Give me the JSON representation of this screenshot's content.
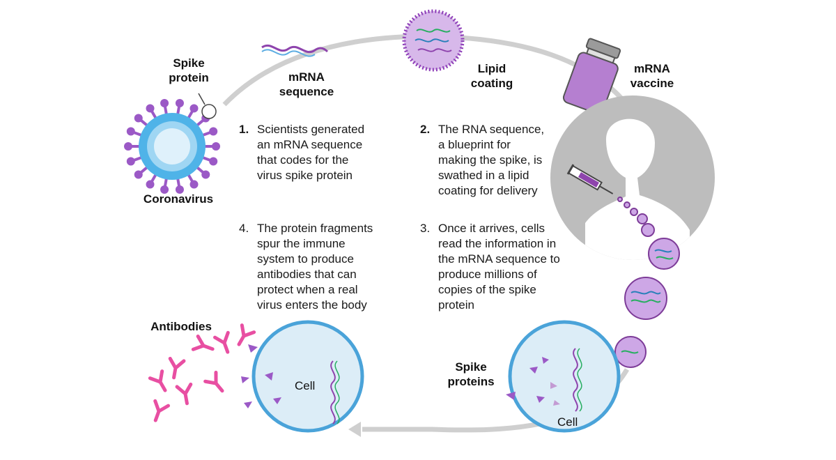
{
  "labels": {
    "spike_protein": [
      "Spike",
      "protein"
    ],
    "coronavirus": "Coronavirus",
    "mrna_sequence": [
      "mRNA",
      "sequence"
    ],
    "lipid_coating": [
      "Lipid",
      "coating"
    ],
    "mrna_vaccine": [
      "mRNA",
      "vaccine"
    ],
    "antibodies": "Antibodies",
    "spike_proteins": [
      "Spike",
      "proteins"
    ],
    "cell_left": "Cell",
    "cell_right": "Cell"
  },
  "steps": [
    {
      "num": "1.",
      "lines": [
        "Scientists generated",
        "an mRNA sequence",
        "that codes for the",
        "virus spike protein"
      ]
    },
    {
      "num": "2.",
      "lines": [
        "The RNA sequence,",
        "a blueprint for",
        "making the spike, is",
        "swathed in a lipid",
        "coating for delivery"
      ]
    },
    {
      "num": "3.",
      "lines": [
        "Once it arrives, cells",
        "read the information in",
        "the mRNA sequence to",
        "produce millions of",
        "copies of the spike",
        "protein"
      ]
    },
    {
      "num": "4.",
      "lines": [
        "The protein fragments",
        "spur the immune",
        "system to produce",
        "antibodies that can",
        "protect when a real",
        "virus enters the body"
      ]
    }
  ],
  "colors": {
    "cycle_arrow": "#cfcfcf",
    "virus": "#4fb3e8",
    "spike": "#9b59c6",
    "lipid": "#9b4fc4",
    "cell_fill": "#dcedf7",
    "cell_stroke": "#4aa3d9",
    "antibody": "#e84fa2",
    "silhouette": "#bdbdbd"
  },
  "icons": [
    "coronavirus-icon",
    "mrna-strand-icon",
    "lipid-particle-icon",
    "vaccine-vial-icon",
    "person-silhouette-icon",
    "syringe-icon",
    "cell-icon",
    "antibody-icon"
  ]
}
